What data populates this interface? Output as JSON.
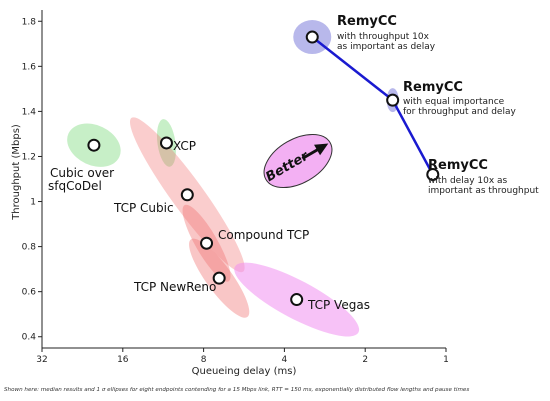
{
  "chart_data": {
    "type": "scatter",
    "title": "",
    "xlabel": "Queueing delay (ms)",
    "ylabel": "Throughput (Mbps)",
    "x_scale": "log2",
    "x_reversed": true,
    "xlim": [
      32,
      1
    ],
    "ylim": [
      0.35,
      1.85
    ],
    "x_ticks": [
      32,
      16,
      8,
      4,
      2,
      1
    ],
    "y_ticks": [
      0.4,
      0.6,
      0.8,
      1,
      1.2,
      1.4,
      1.6,
      1.8
    ],
    "x_tick_labels": [
      "32",
      "16",
      "8",
      "4",
      "2",
      "1"
    ],
    "y_tick_labels": [
      "0.4",
      "0.6",
      "0.8",
      "1",
      "1.2",
      "1.4",
      "1.6",
      "1.8"
    ],
    "grid": false,
    "points": [
      {
        "label": "Cubic over sfqCoDel",
        "x": 20.5,
        "y": 1.25,
        "ellipse_color": "#8fe08f"
      },
      {
        "label": "XCP",
        "x": 11.0,
        "y": 1.26,
        "ellipse_color": "#8fe08f"
      },
      {
        "label": "TCP Cubic",
        "x": 9.2,
        "y": 1.03,
        "ellipse_color": "#f07070"
      },
      {
        "label": "Compound TCP",
        "x": 7.8,
        "y": 0.815,
        "ellipse_color": "#f07070"
      },
      {
        "label": "TCP NewReno",
        "x": 7.0,
        "y": 0.66,
        "ellipse_color": "#f07070"
      },
      {
        "label": "TCP Vegas",
        "x": 3.6,
        "y": 0.565,
        "ellipse_color": "#f090f0"
      },
      {
        "label": "RemyCC",
        "subtitle": "with throughput 10x as important as delay",
        "x": 3.15,
        "y": 1.73,
        "ellipse_color": "#8888dd"
      },
      {
        "label": "RemyCC",
        "subtitle": "with equal importance for throughput and delay",
        "x": 1.58,
        "y": 1.45,
        "ellipse_color": "#8888dd"
      },
      {
        "label": "RemyCC",
        "subtitle": "with delay 10x as important as throughput",
        "x": 1.12,
        "y": 1.12,
        "ellipse_color": "#8888dd"
      }
    ],
    "remy_line_color": "#1a1ad0",
    "annotations": [
      {
        "text": "Better",
        "arrow": true
      }
    ],
    "caption": "Shown here: median results and 1 σ ellipses for eight endpoints contending for a 15 Mbps link, RTT = 150 ms, exponentially distributed flow lengths and pause times"
  }
}
